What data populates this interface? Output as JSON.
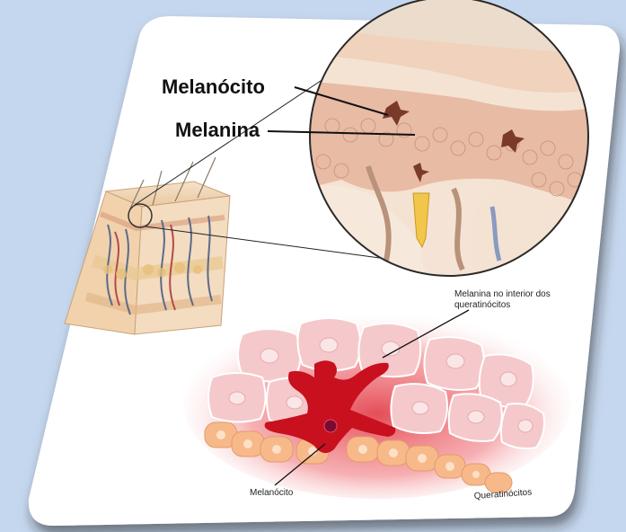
{
  "labels": {
    "melanocito_top": "Melanócito",
    "melanina_top": "Melanina",
    "melanina_interior_line1": "Melanina no interior dos",
    "melanina_interior_line2": "queratinócitos",
    "melanocito_bottom": "Melanócito",
    "queratinocitos": "Queratinócitos"
  },
  "colors": {
    "background": "#c5d7ee",
    "card": "#ffffff",
    "melanocyte": "#c8101e",
    "keratinocyte": "#f5c9cc",
    "basal_cell": "#f7b98a"
  }
}
